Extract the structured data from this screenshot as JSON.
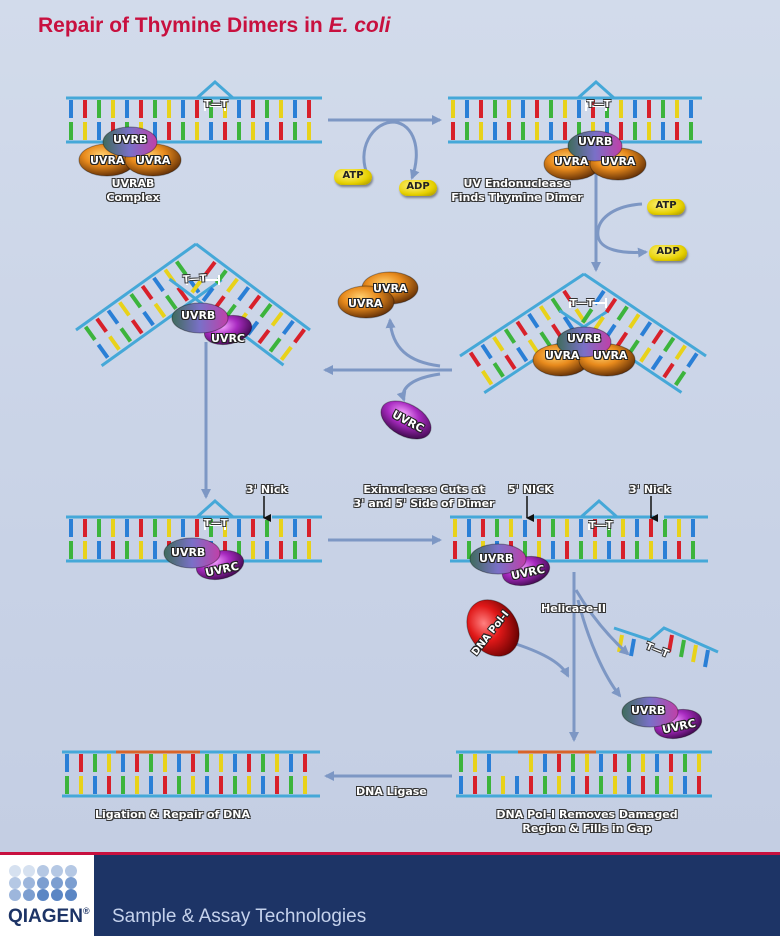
{
  "title": {
    "main": "Repair of Thymine Dimers in ",
    "organism": "E. coli"
  },
  "dimer_label": "T—T",
  "proteins": {
    "uvra": "UVRA",
    "uvrb": "UVRB",
    "uvrc": "UVRC",
    "pol": "DNA Pol-I"
  },
  "molecules": {
    "atp": "ATP",
    "adp": "ADP"
  },
  "labels": {
    "uvrab_line1": "UVRAB",
    "uvrab_line2": "Complex",
    "endo_line1": "UV Endonuclease",
    "endo_line2": "Finds Thymine Dimer",
    "exo_line1": "Exinuclease Cuts at",
    "exo_line2": "3' and 5' Side of Dimer",
    "nick3_a": "3' Nick",
    "nick5": "5' NICK",
    "nick3_b": "3' Nick",
    "helicase": "Helicase-II",
    "ligase": "DNA Ligase",
    "ligation": "Ligation & Repair of DNA",
    "pol_line1": "DNA Pol-I  Removes Damaged",
    "pol_line2": "Region & Fills in Gap"
  },
  "colors": {
    "title": "#c8103f",
    "backbone": "#45a8d8",
    "arrow": "#7d97c4",
    "base_colors": [
      "#2a7fd6",
      "#e8d21a",
      "#3cb43c",
      "#d8202a"
    ],
    "footer_band": "#1d3466"
  },
  "footer": {
    "logo": "QIAGEN",
    "tagline": "Sample & Assay Technologies"
  }
}
